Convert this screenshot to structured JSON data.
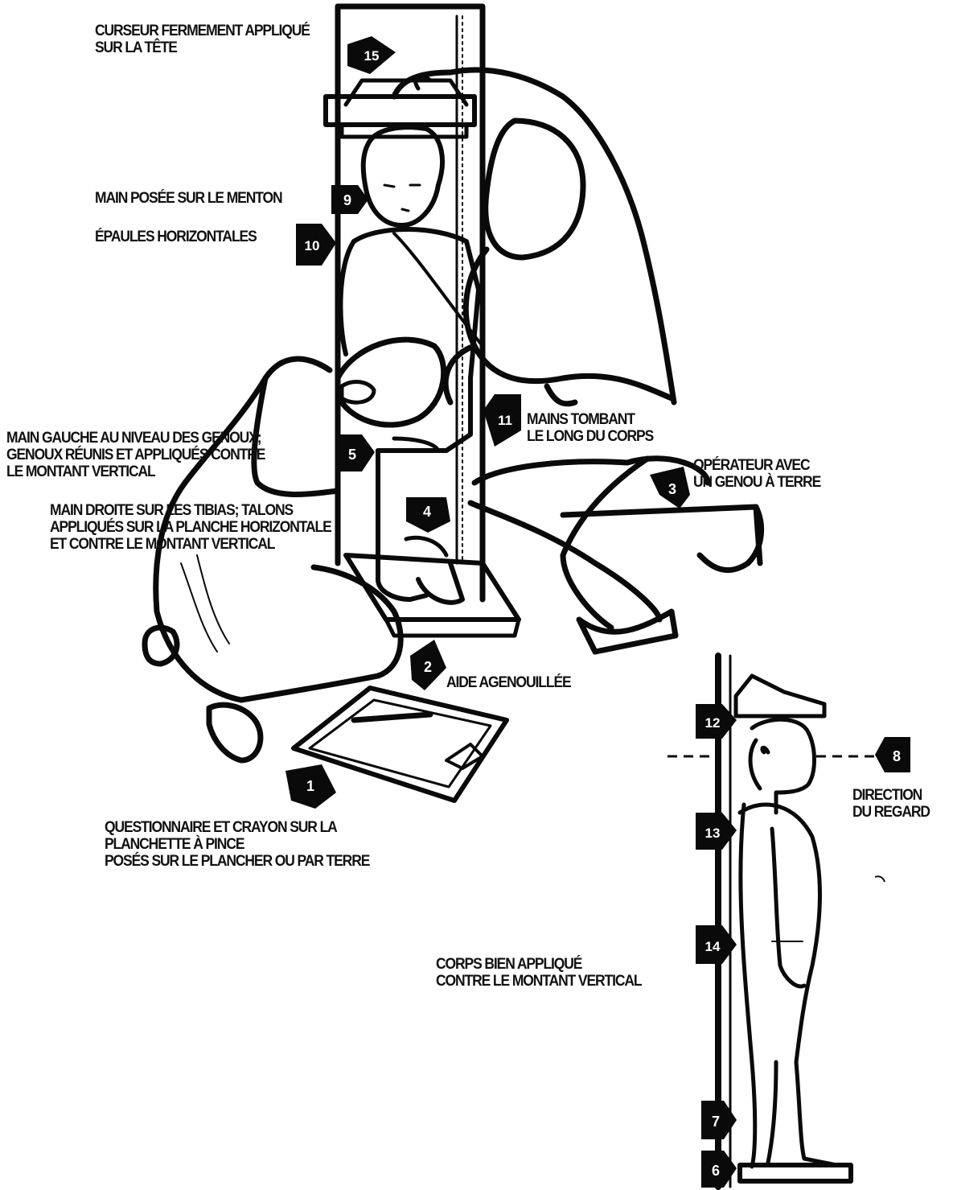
{
  "labels": {
    "l15": [
      "CURSEUR FERMEMENT APPLIQUÉ",
      "SUR LA TÊTE"
    ],
    "l9": [
      "MAIN POSÉE SUR LE MENTON"
    ],
    "l10": [
      "ÉPAULES HORIZONTALES"
    ],
    "l5": [
      "MAIN GAUCHE AU NIVEAU DES GENOUX;",
      "GENOUX RÉUNIS ET APPLIQUÉS CONTRE",
      "LE MONTANT VERTICAL"
    ],
    "l11": [
      "MAINS TOMBANT",
      "LE LONG DU CORPS"
    ],
    "l3": [
      "OPÉRATEUR AVEC",
      "UN GENOU À TERRE"
    ],
    "l4": [
      "MAIN DROITE SUR LES TIBIAS; TALONS",
      "APPLIQUÉS SUR LA PLANCHE HORIZONTALE",
      "ET CONTRE LE MONTANT VERTICAL"
    ],
    "l2": [
      "AIDE AGENOUILLÉE"
    ],
    "l1": [
      "QUESTIONNAIRE ET CRAYON SUR LA",
      "PLANCHETTE À PINCE",
      "POSÉS SUR LE PLANCHER OU PAR TERRE"
    ],
    "l8": [
      "DIRECTION",
      "DU REGARD"
    ],
    "l14": [
      "CORPS BIEN APPLIQUÉ",
      "CONTRE LE MONTANT VERTICAL"
    ]
  },
  "badges": [
    "15",
    "9",
    "10",
    "5",
    "11",
    "3",
    "4",
    "2",
    "1",
    "12",
    "8",
    "13",
    "14",
    "7",
    "6"
  ],
  "colors": {
    "ink": "#0a0a0a",
    "paper": "#ffffff"
  }
}
